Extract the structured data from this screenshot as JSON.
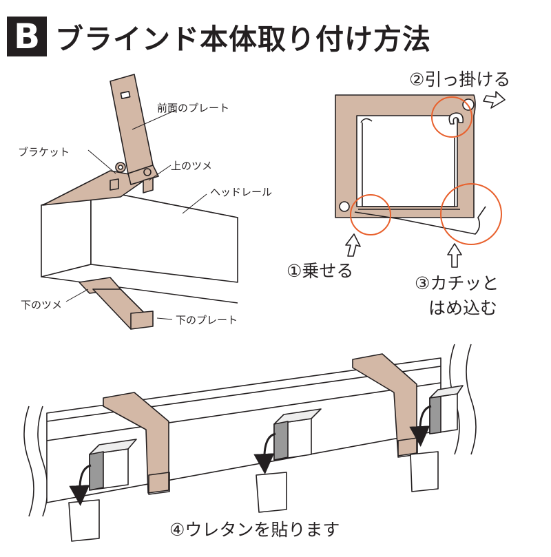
{
  "header": {
    "badge": "B",
    "title": "ブラインド本体取り付け方法"
  },
  "top_left_labels": {
    "front_plate": "前面のプレート",
    "bracket": "ブラケット",
    "upper_claw": "上のツメ",
    "head_rail": "ヘッドレール",
    "lower_claw": "下のツメ",
    "lower_plate": "下のプレート"
  },
  "steps": {
    "step1": "①乗せる",
    "step2": "②引っ掛ける",
    "step3_line1": "③カチッと",
    "step3_line2": "はめ込む",
    "step4": "④ウレタンを貼ります"
  },
  "colors": {
    "bracket_fill": "#d3b8a6",
    "highlight_circle": "#e8602c",
    "line": "#231f20"
  }
}
